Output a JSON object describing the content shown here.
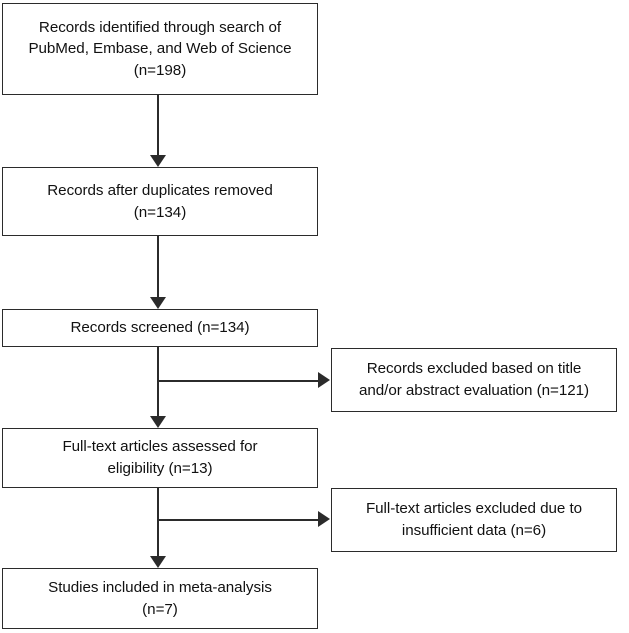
{
  "diagram": {
    "type": "prisma-flow-diagram",
    "title": "PRISMA study selection flow diagram",
    "colors": {
      "box_border": "#2b2b2b",
      "box_fill": "#ffffff",
      "connector": "#2b2b2b",
      "text": "#111111",
      "background": "#ffffff"
    },
    "nodes": {
      "identified": {
        "label": "Records identified through search of\nPubMed, Embase, and Web of Science\n(n=198)",
        "count": 198,
        "stage": "identification"
      },
      "duplicates_removed": {
        "label": "Records after duplicates removed\n(n=134)",
        "count": 134,
        "stage": "screening"
      },
      "screened": {
        "label": "Records screened (n=134)",
        "count": 134,
        "stage": "screening"
      },
      "excluded_title_abstract": {
        "label": "Records excluded based on title\nand/or abstract evaluation (n=121)",
        "count": 121,
        "stage": "screening-excluded"
      },
      "fulltext_assessed": {
        "label": "Full-text articles assessed for\neligibility (n=13)",
        "count": 13,
        "stage": "eligibility"
      },
      "excluded_insufficient_data": {
        "label": "Full-text articles excluded due to\ninsufficient data (n=6)",
        "count": 6,
        "stage": "eligibility-excluded"
      },
      "included": {
        "label": "Studies included in meta-analysis\n(n=7)",
        "count": 7,
        "stage": "included"
      }
    },
    "connectors": [
      {
        "name": "identified-to-duplicates",
        "from": "identified",
        "to": "duplicates_removed",
        "direction": "down"
      },
      {
        "name": "duplicates-to-screened",
        "from": "duplicates_removed",
        "to": "screened",
        "direction": "down"
      },
      {
        "name": "screened-to-fulltext",
        "from": "screened",
        "to": "fulltext_assessed",
        "direction": "down"
      },
      {
        "name": "screened-to-excluded-title",
        "from": "screened",
        "to": "excluded_title_abstract",
        "direction": "right"
      },
      {
        "name": "fulltext-to-included",
        "from": "fulltext_assessed",
        "to": "included",
        "direction": "down"
      },
      {
        "name": "fulltext-to-excluded-data",
        "from": "fulltext_assessed",
        "to": "excluded_insufficient_data",
        "direction": "right"
      }
    ]
  }
}
